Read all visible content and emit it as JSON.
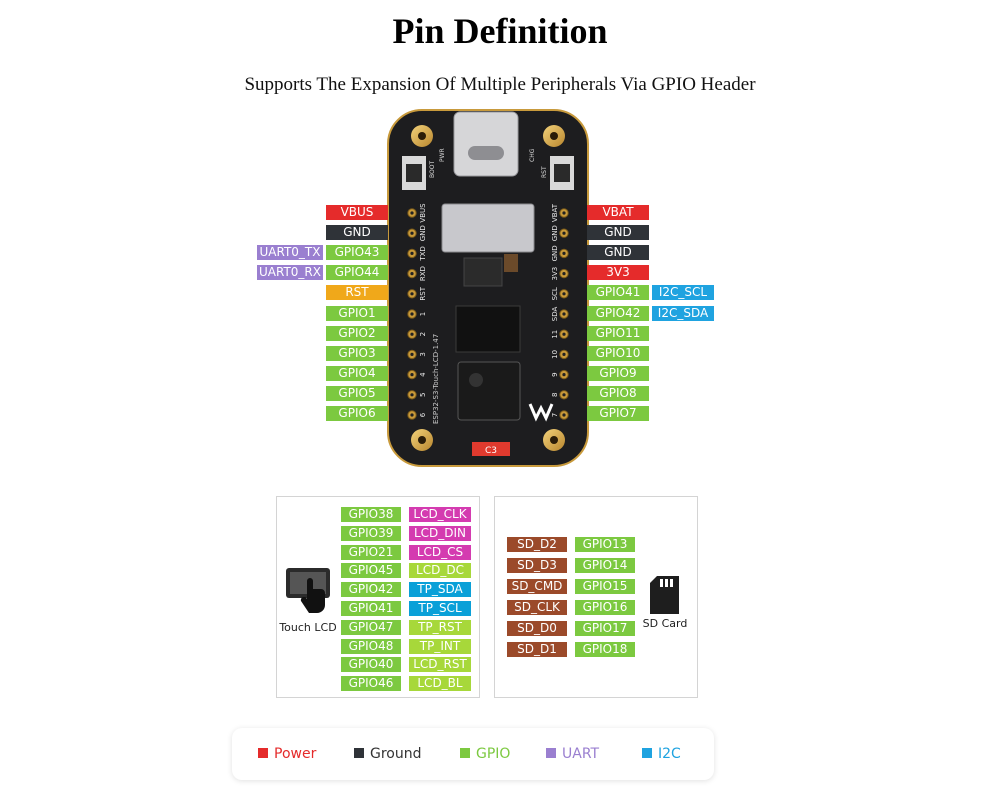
{
  "title": "Pin Definition",
  "subtitle": "Supports The Expansion Of Multiple Peripherals Via GPIO Header",
  "colors": {
    "power": "#e52b2b",
    "ground": "#2f3338",
    "gpio": "#7cc940",
    "uart": "#9a7fd0",
    "i2c": "#1fa3e0",
    "rst": "#f0a81a",
    "lcd": "#d43bb0",
    "touch": "#0aa0d8",
    "lcd_green": "#a7d83a",
    "sd": "#9b4a2a"
  },
  "board": {
    "silk_left": [
      "VBUS",
      "GND",
      "TXD",
      "RXD",
      "RST",
      "1",
      "2",
      "3",
      "4",
      "5",
      "6"
    ],
    "silk_right": [
      "VBAT",
      "GND",
      "GND",
      "3V3",
      "SCL",
      "SDA",
      "11",
      "10",
      "9",
      "8",
      "7"
    ],
    "chip_label": "C3",
    "pwr_label": "PWR",
    "chg_label": "CHG",
    "boot_label": "BOOT",
    "rst_label": "RST",
    "board_name": "ESP32-S3-Touch-LCD-1.47"
  },
  "left_pins": [
    {
      "label": "VBUS",
      "type": "power",
      "extra": ""
    },
    {
      "label": "GND",
      "type": "ground",
      "extra": ""
    },
    {
      "label": "GPIO43",
      "type": "gpio",
      "extra": "UART0_TX"
    },
    {
      "label": "GPIO44",
      "type": "gpio",
      "extra": "UART0_RX"
    },
    {
      "label": "RST",
      "type": "rst",
      "extra": ""
    },
    {
      "label": "GPIO1",
      "type": "gpio",
      "extra": ""
    },
    {
      "label": "GPIO2",
      "type": "gpio",
      "extra": ""
    },
    {
      "label": "GPIO3",
      "type": "gpio",
      "extra": ""
    },
    {
      "label": "GPIO4",
      "type": "gpio",
      "extra": ""
    },
    {
      "label": "GPIO5",
      "type": "gpio",
      "extra": ""
    },
    {
      "label": "GPIO6",
      "type": "gpio",
      "extra": ""
    }
  ],
  "right_pins": [
    {
      "label": "VBAT",
      "type": "power",
      "extra": ""
    },
    {
      "label": "GND",
      "type": "ground",
      "extra": ""
    },
    {
      "label": "GND",
      "type": "ground",
      "extra": ""
    },
    {
      "label": "3V3",
      "type": "power",
      "extra": ""
    },
    {
      "label": "GPIO41",
      "type": "gpio",
      "extra": "I2C_SCL"
    },
    {
      "label": "GPIO42",
      "type": "gpio",
      "extra": "I2C_SDA"
    },
    {
      "label": "GPIO11",
      "type": "gpio",
      "extra": ""
    },
    {
      "label": "GPIO10",
      "type": "gpio",
      "extra": ""
    },
    {
      "label": "GPIO9",
      "type": "gpio",
      "extra": ""
    },
    {
      "label": "GPIO8",
      "type": "gpio",
      "extra": ""
    },
    {
      "label": "GPIO7",
      "type": "gpio",
      "extra": ""
    }
  ],
  "lcd_box": {
    "caption": "Touch LCD",
    "icon": "touch-screen-icon",
    "rows": [
      {
        "gpio": "GPIO38",
        "func": "LCD_CLK",
        "ftype": "lcd"
      },
      {
        "gpio": "GPIO39",
        "func": "LCD_DIN",
        "ftype": "lcd"
      },
      {
        "gpio": "GPIO21",
        "func": "LCD_CS",
        "ftype": "lcd"
      },
      {
        "gpio": "GPIO45",
        "func": "LCD_DC",
        "ftype": "lcd_green"
      },
      {
        "gpio": "GPIO42",
        "func": "TP_SDA",
        "ftype": "touch"
      },
      {
        "gpio": "GPIO41",
        "func": "TP_SCL",
        "ftype": "touch"
      },
      {
        "gpio": "GPIO47",
        "func": "TP_RST",
        "ftype": "lcd_green"
      },
      {
        "gpio": "GPIO48",
        "func": "TP_INT",
        "ftype": "lcd_green"
      },
      {
        "gpio": "GPIO40",
        "func": "LCD_RST",
        "ftype": "lcd_green"
      },
      {
        "gpio": "GPIO46",
        "func": "LCD_BL",
        "ftype": "lcd_green"
      }
    ]
  },
  "sd_box": {
    "caption": "SD Card",
    "icon": "sd-card-icon",
    "rows": [
      {
        "func": "SD_D2",
        "gpio": "GPIO13"
      },
      {
        "func": "SD_D3",
        "gpio": "GPIO14"
      },
      {
        "func": "SD_CMD",
        "gpio": "GPIO15"
      },
      {
        "func": "SD_CLK",
        "gpio": "GPIO16"
      },
      {
        "func": "SD_D0",
        "gpio": "GPIO17"
      },
      {
        "func": "SD_D1",
        "gpio": "GPIO18"
      }
    ]
  },
  "legend": [
    {
      "label": "Power",
      "type": "power"
    },
    {
      "label": "Ground",
      "type": "ground"
    },
    {
      "label": "GPIO",
      "type": "gpio"
    },
    {
      "label": "UART",
      "type": "uart"
    },
    {
      "label": "I2C",
      "type": "i2c"
    }
  ]
}
